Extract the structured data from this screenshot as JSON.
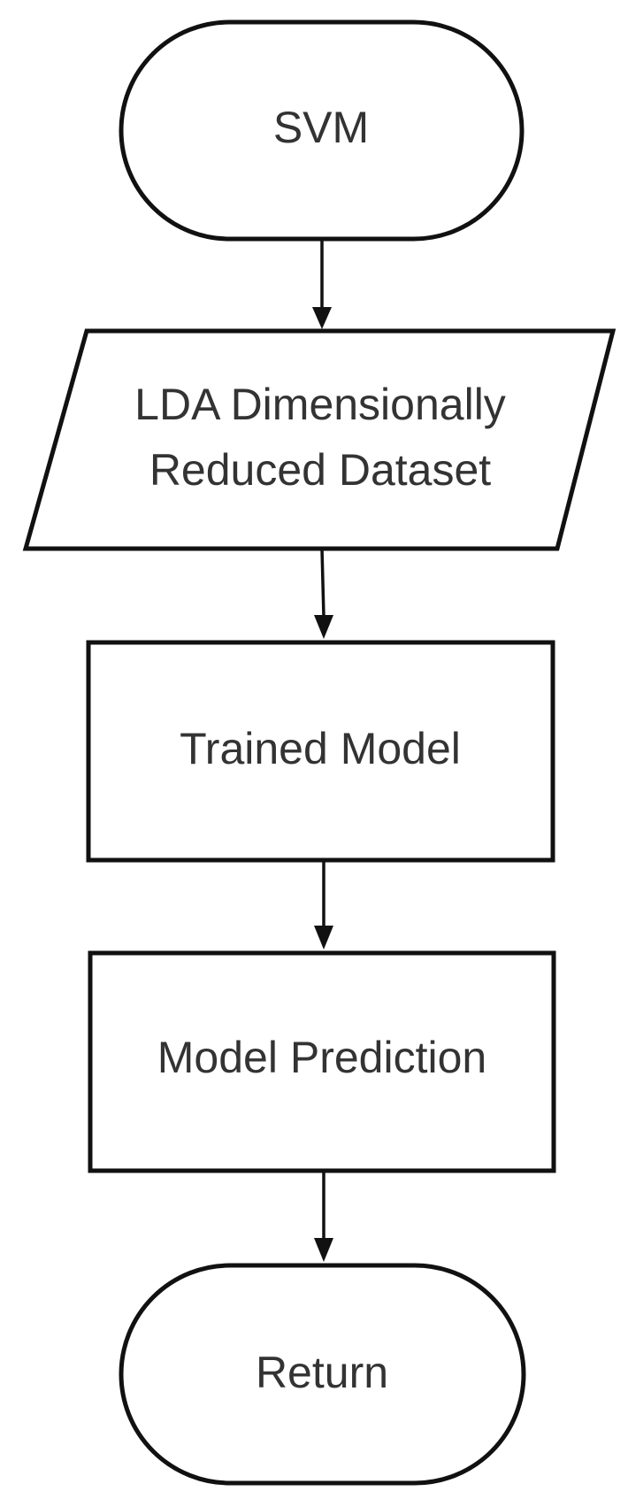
{
  "nodes": {
    "start": {
      "label": "SVM",
      "shape": "terminator"
    },
    "input": {
      "line1": "LDA Dimensionally",
      "line2": "Reduced Dataset",
      "shape": "data-parallelogram"
    },
    "trained": {
      "label": "Trained Model",
      "shape": "process"
    },
    "prediction": {
      "label": "Model Prediction",
      "shape": "process"
    },
    "end": {
      "label": "Return",
      "shape": "terminator"
    }
  },
  "edges": [
    {
      "from": "start",
      "to": "input"
    },
    {
      "from": "input",
      "to": "trained"
    },
    {
      "from": "trained",
      "to": "prediction"
    },
    {
      "from": "prediction",
      "to": "end"
    }
  ],
  "colors": {
    "stroke": "#111111",
    "text": "#333333",
    "fill": "#ffffff"
  }
}
